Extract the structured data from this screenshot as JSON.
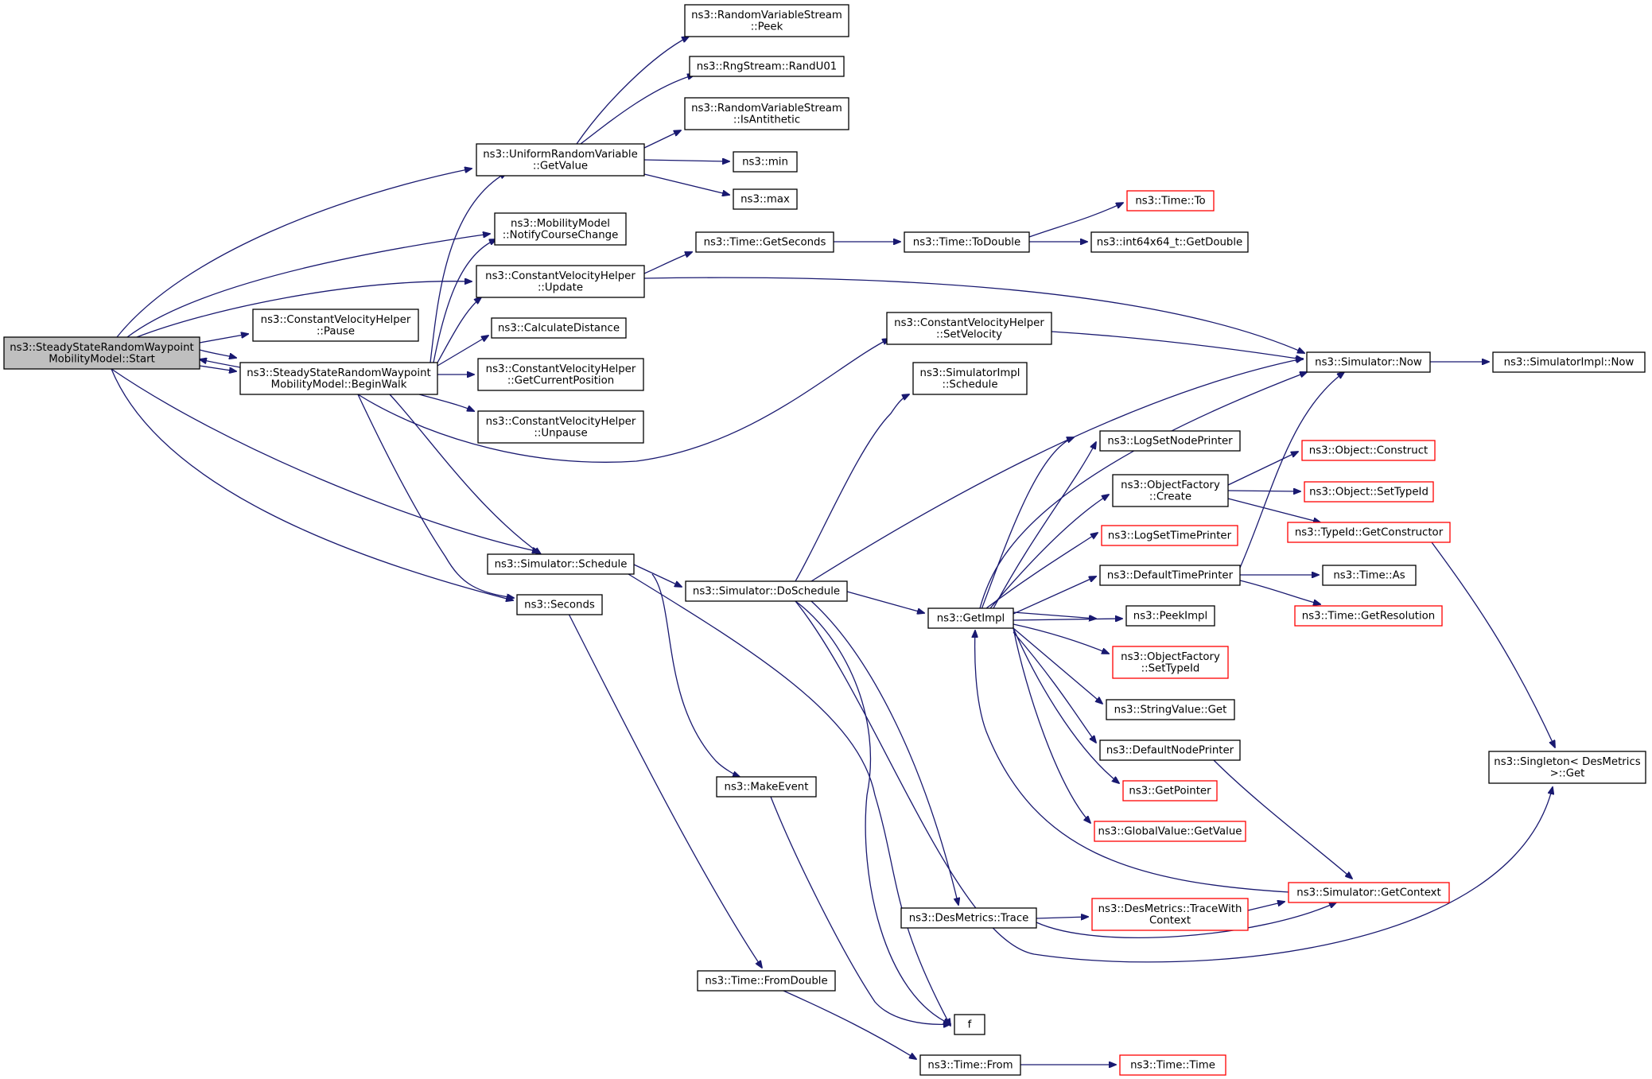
{
  "colors": {
    "edge": "#191970",
    "node_border": "#000000",
    "truncated_node_border": "#ff0000",
    "root_fill": "#bfbfbf",
    "node_fill": "#ffffff"
  },
  "nodes": [
    {
      "id": "start",
      "lines": [
        "ns3::SteadyStateRandomWaypoint",
        "MobilityModel::Start"
      ],
      "root": true
    },
    {
      "id": "beginwalk",
      "lines": [
        "ns3::SteadyStateRandomWaypoint",
        "MobilityModel::BeginWalk"
      ]
    },
    {
      "id": "urv_getvalue",
      "lines": [
        "ns3::UniformRandomVariable",
        "::GetValue"
      ]
    },
    {
      "id": "notify",
      "lines": [
        "ns3::MobilityModel",
        "::NotifyCourseChange"
      ]
    },
    {
      "id": "cvh_update",
      "lines": [
        "ns3::ConstantVelocityHelper",
        "::Update"
      ]
    },
    {
      "id": "cvh_pause",
      "lines": [
        "ns3::ConstantVelocityHelper",
        "::Pause"
      ]
    },
    {
      "id": "calcdist",
      "lines": [
        "ns3::CalculateDistance"
      ]
    },
    {
      "id": "cvh_getpos",
      "lines": [
        "ns3::ConstantVelocityHelper",
        "::GetCurrentPosition"
      ]
    },
    {
      "id": "cvh_unpause",
      "lines": [
        "ns3::ConstantVelocityHelper",
        "::Unpause"
      ]
    },
    {
      "id": "sim_schedule",
      "lines": [
        "ns3::Simulator::Schedule"
      ]
    },
    {
      "id": "seconds",
      "lines": [
        "ns3::Seconds"
      ]
    },
    {
      "id": "rvs_peek",
      "lines": [
        "ns3::RandomVariableStream",
        "::Peek"
      ]
    },
    {
      "id": "randu01",
      "lines": [
        "ns3::RngStream::RandU01"
      ]
    },
    {
      "id": "isantithetic",
      "lines": [
        "ns3::RandomVariableStream",
        "::IsAntithetic"
      ]
    },
    {
      "id": "min",
      "lines": [
        "ns3::min"
      ]
    },
    {
      "id": "max",
      "lines": [
        "ns3::max"
      ]
    },
    {
      "id": "getseconds",
      "lines": [
        "ns3::Time::GetSeconds"
      ]
    },
    {
      "id": "todouble",
      "lines": [
        "ns3::Time::ToDouble"
      ]
    },
    {
      "id": "time_to",
      "lines": [
        "ns3::Time::To"
      ],
      "truncated": true
    },
    {
      "id": "getdouble",
      "lines": [
        "ns3::int64x64_t::GetDouble"
      ]
    },
    {
      "id": "cvh_setvel",
      "lines": [
        "ns3::ConstantVelocityHelper",
        "::SetVelocity"
      ]
    },
    {
      "id": "sim_now",
      "lines": [
        "ns3::Simulator::Now"
      ]
    },
    {
      "id": "simimpl_now",
      "lines": [
        "ns3::SimulatorImpl::Now"
      ]
    },
    {
      "id": "simimpl_schedule",
      "lines": [
        "ns3::SimulatorImpl",
        "::Schedule"
      ]
    },
    {
      "id": "doschedule",
      "lines": [
        "ns3::Simulator::DoSchedule"
      ]
    },
    {
      "id": "makeevent",
      "lines": [
        "ns3::MakeEvent"
      ]
    },
    {
      "id": "fromdouble",
      "lines": [
        "ns3::Time::FromDouble"
      ]
    },
    {
      "id": "f",
      "lines": [
        "f"
      ]
    },
    {
      "id": "time_from",
      "lines": [
        "ns3::Time::From"
      ]
    },
    {
      "id": "time_time",
      "lines": [
        "ns3::Time::Time"
      ],
      "truncated": true
    },
    {
      "id": "getimpl",
      "lines": [
        "ns3::GetImpl"
      ]
    },
    {
      "id": "desmetrics_trace",
      "lines": [
        "ns3::DesMetrics::Trace"
      ]
    },
    {
      "id": "tracewithcontext",
      "lines": [
        "ns3::DesMetrics::TraceWith",
        "Context"
      ],
      "truncated": true
    },
    {
      "id": "logsetnodeprinter",
      "lines": [
        "ns3::LogSetNodePrinter"
      ]
    },
    {
      "id": "objfactory_create",
      "lines": [
        "ns3::ObjectFactory",
        "::Create"
      ]
    },
    {
      "id": "logsettimeprinter",
      "lines": [
        "ns3::LogSetTimePrinter"
      ],
      "truncated": true
    },
    {
      "id": "defaulttimeprinter",
      "lines": [
        "ns3::DefaultTimePrinter"
      ]
    },
    {
      "id": "peekimpl",
      "lines": [
        "ns3::PeekImpl"
      ]
    },
    {
      "id": "objfactory_settypeid",
      "lines": [
        "ns3::ObjectFactory",
        "::SetTypeId"
      ],
      "truncated": true
    },
    {
      "id": "stringvalue_get",
      "lines": [
        "ns3::StringValue::Get"
      ]
    },
    {
      "id": "defaultnodeprinter",
      "lines": [
        "ns3::DefaultNodePrinter"
      ]
    },
    {
      "id": "getpointer",
      "lines": [
        "ns3::GetPointer"
      ],
      "truncated": true
    },
    {
      "id": "globalvalue_getvalue",
      "lines": [
        "ns3::GlobalValue::GetValue"
      ],
      "truncated": true
    },
    {
      "id": "object_construct",
      "lines": [
        "ns3::Object::Construct"
      ],
      "truncated": true
    },
    {
      "id": "object_settypeid",
      "lines": [
        "ns3::Object::SetTypeId"
      ],
      "truncated": true
    },
    {
      "id": "typeid_getconstructor",
      "lines": [
        "ns3::TypeId::GetConstructor"
      ],
      "truncated": true
    },
    {
      "id": "time_as",
      "lines": [
        "ns3::Time::As"
      ]
    },
    {
      "id": "time_getresolution",
      "lines": [
        "ns3::Time::GetResolution"
      ],
      "truncated": true
    },
    {
      "id": "sim_getcontext",
      "lines": [
        "ns3::Simulator::GetContext"
      ],
      "truncated": true
    },
    {
      "id": "singleton_get",
      "lines": [
        "ns3::Singleton< DesMetrics",
        " >::Get"
      ]
    }
  ]
}
